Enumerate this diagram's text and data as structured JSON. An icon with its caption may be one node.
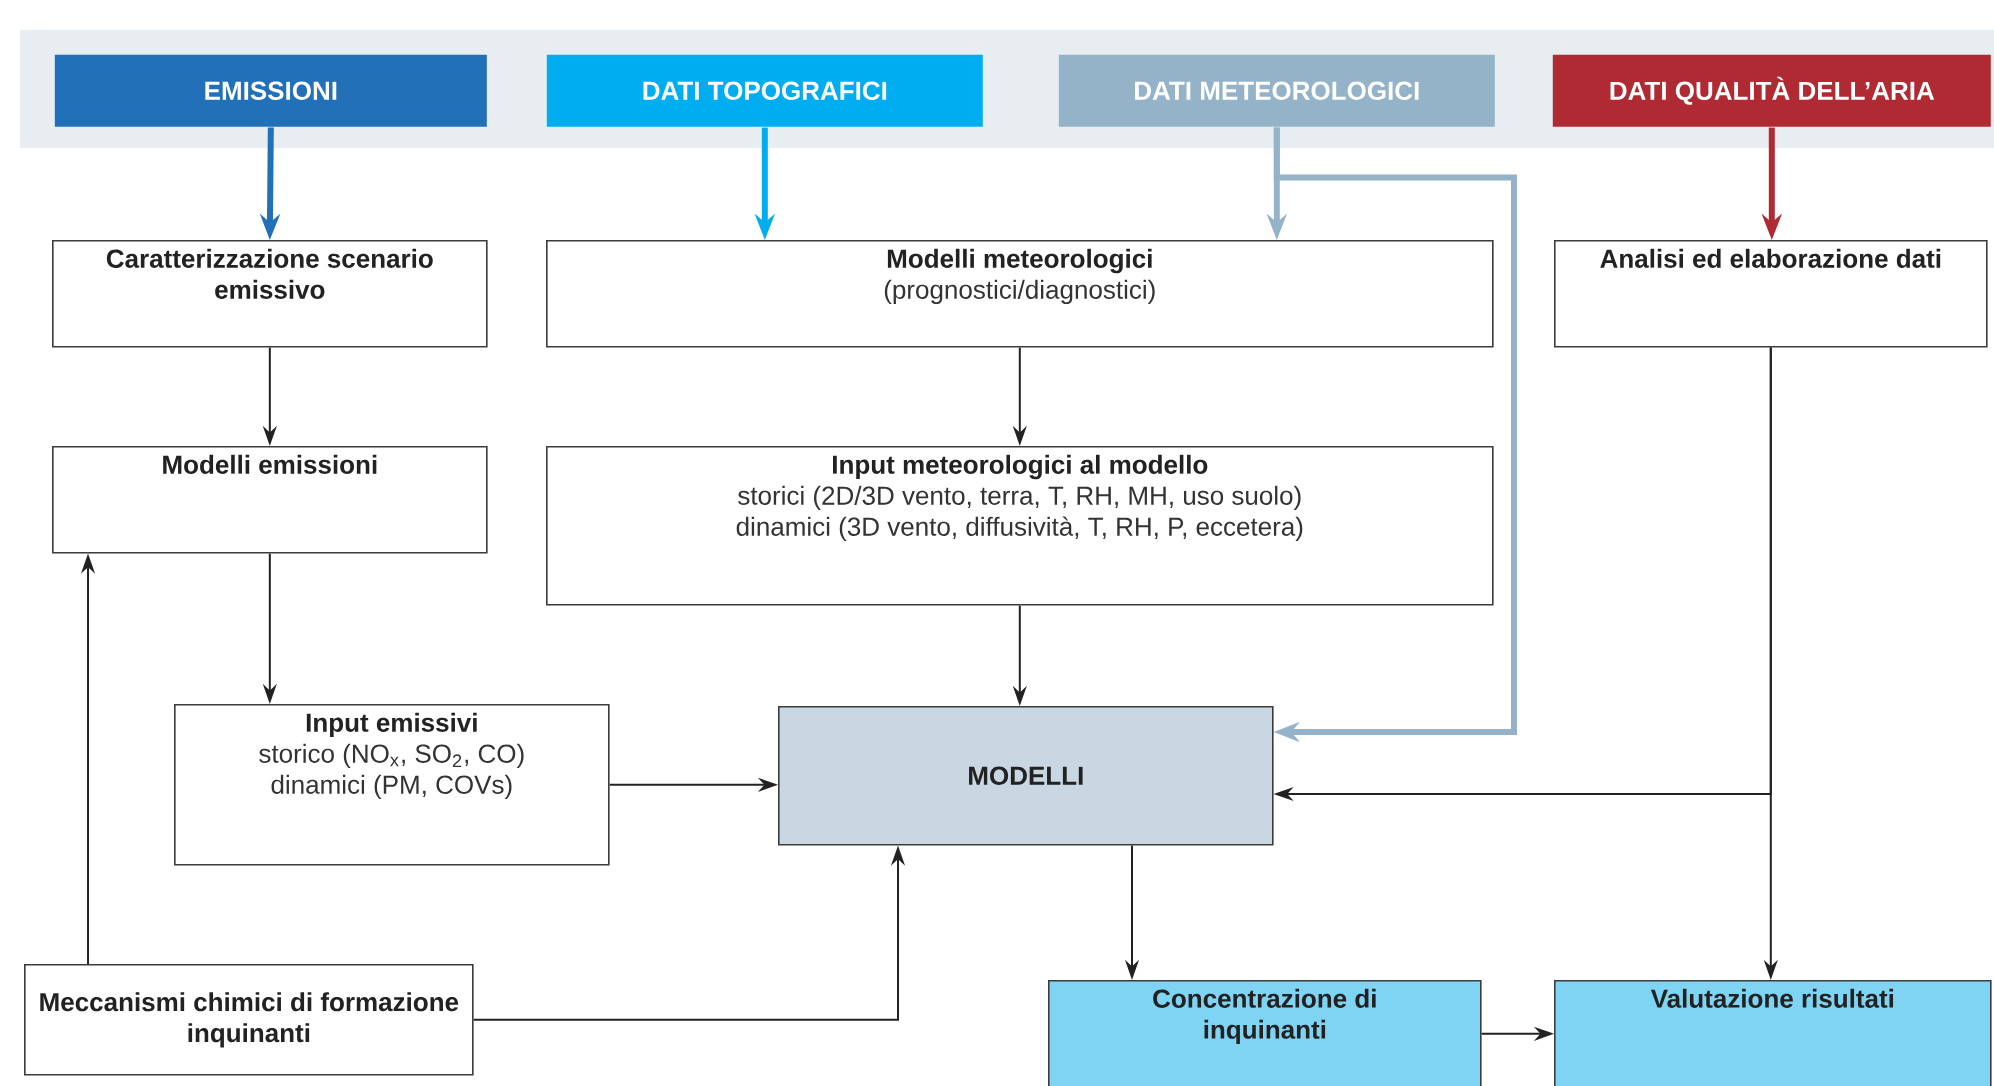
{
  "diagram": {
    "nodes": [
      {
        "text": [
          "EMISSIONI"
        ]
      },
      {
        "text": [
          "DATI TOPOGRAFICI"
        ]
      },
      {
        "text": [
          "DATI METEOROLOGICI"
        ]
      },
      {
        "text": [
          "DATI QUALITÀ DELL’ARIA"
        ]
      },
      {
        "text": [
          "Caratterizzazione scenario emissivo"
        ]
      },
      {
        "text": [
          "Modelli meteorologici",
          "(prognostici/diagnostici)"
        ]
      },
      {
        "text": [
          "Analisi ed elaborazione dati"
        ]
      },
      {
        "text": [
          "Modelli emissioni"
        ]
      },
      {
        "text": [
          "Input meteorologici al modello",
          "storici (2D/3D vento, terra, T, RH, MH, uso suolo)",
          "dinamici (3D vento, diffusività, T, RH, P, eccetera)"
        ]
      },
      {
        "text": [
          "Input emissivi",
          "storico (NO$_{x}$, SO$_{2}$, CO)",
          "dinamici (PM, COVs)"
        ]
      },
      {
        "text": [
          "MODELLI"
        ]
      },
      {
        "text": [
          "Meccanismi chimici di formazione inquinanti"
        ]
      },
      {
        "text": [
          "Concentrazione di inquinanti"
        ]
      },
      {
        "text": [
          "Valutazione risultati"
        ]
      }
    ],
    "edges": [
      {
        "from": 0,
        "to": 4,
        "arrow": "to",
        "style": "thick",
        "color": "#2170b8"
      },
      {
        "from": 1,
        "to": 5,
        "arrow": "to",
        "style": "thick",
        "color": "#00aeef"
      },
      {
        "from": 2,
        "to": 5,
        "arrow": "to",
        "style": "thick",
        "color": "#94b3c9"
      },
      {
        "from": 2,
        "to": 10,
        "arrow": "to",
        "style": "thick",
        "color": "#94b3c9"
      },
      {
        "from": 3,
        "to": 6,
        "arrow": "to",
        "style": "thick",
        "color": "#b02a33"
      },
      {
        "from": 4,
        "to": 7,
        "arrow": "to"
      },
      {
        "from": 5,
        "to": 8,
        "arrow": "to"
      },
      {
        "from": 7,
        "to": 9,
        "arrow": "to"
      },
      {
        "from": 8,
        "to": 10,
        "arrow": "to"
      },
      {
        "from": 9,
        "to": 10,
        "arrow": "to"
      },
      {
        "from": 11,
        "to": 7,
        "arrow": "to"
      },
      {
        "from": 11,
        "to": 10,
        "arrow": "to"
      },
      {
        "from": 6,
        "to": 10,
        "arrow": "to"
      },
      {
        "from": 6,
        "to": 13,
        "arrow": "to"
      },
      {
        "from": 10,
        "to": 12,
        "arrow": "to"
      },
      {
        "from": 12,
        "to": 13,
        "arrow": "to"
      }
    ]
  }
}
